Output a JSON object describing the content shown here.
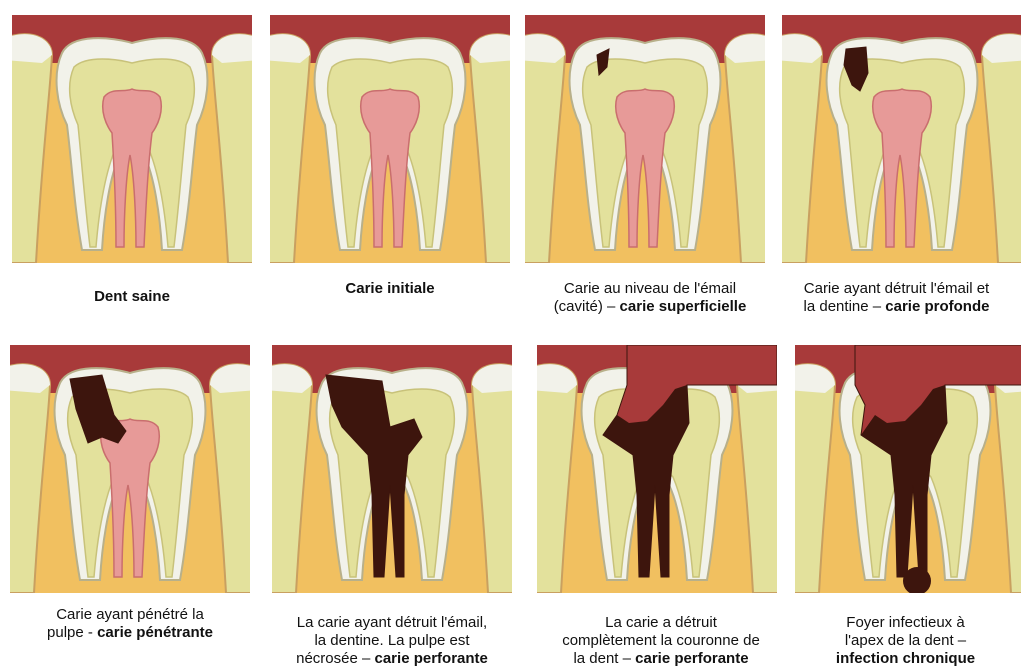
{
  "colors": {
    "gum": "#a83a3a",
    "enamel": "#f2f2ea",
    "dentin": "#e3e19c",
    "pulp": "#e79a98",
    "bone": "#f1c060",
    "decay": "#3d150d"
  },
  "panels": [
    {
      "icon": "healthy-tooth-icon",
      "stage": 0,
      "caption": {
        "line1": "",
        "line2_pre": "",
        "bold": "Dent saine",
        "line3_pre": "",
        "bold2": ""
      }
    },
    {
      "icon": "initial-caries-tooth-icon",
      "stage": 1,
      "caption": {
        "line1": "",
        "line2_pre": "",
        "bold": "Carie initiale",
        "line3_pre": "",
        "bold2": ""
      }
    },
    {
      "icon": "enamel-caries-tooth-icon",
      "stage": 2,
      "caption": {
        "line1": "Carie au niveau de l'émail",
        "line2_pre": "(cavité) – ",
        "bold": "carie superficielle",
        "line3_pre": "",
        "bold2": ""
      }
    },
    {
      "icon": "deep-caries-tooth-icon",
      "stage": 3,
      "caption": {
        "line1": "Carie ayant détruit l'émail et",
        "line2_pre": "la dentine – ",
        "bold": "carie profonde",
        "line3_pre": "",
        "bold2": ""
      }
    },
    {
      "icon": "penetrating-caries-tooth-icon",
      "stage": 4,
      "caption": {
        "line1": "Carie ayant pénétré la",
        "line2_pre": "pulpe - ",
        "bold": "carie pénétrante",
        "line3_pre": "",
        "bold2": ""
      }
    },
    {
      "icon": "perforating-caries-tooth-icon",
      "stage": 5,
      "caption": {
        "line1": "La carie ayant détruit l'émail,",
        "line2_pre": "la dentine. La pulpe est",
        "bold": "",
        "line3_pre": "nécrosée – ",
        "bold2": "carie perforante"
      }
    },
    {
      "icon": "destroyed-crown-tooth-icon",
      "stage": 6,
      "caption": {
        "line1": "La carie a détruit",
        "line2_pre": "complètement la couronne de",
        "bold": "",
        "line3_pre": "la dent – ",
        "bold2": "carie perforante"
      }
    },
    {
      "icon": "apical-infection-tooth-icon",
      "stage": 7,
      "caption": {
        "line1": "Foyer infectieux à",
        "line2_pre": "l'apex de la dent –",
        "bold": "",
        "line3_pre": "",
        "bold2": "infection chronique"
      }
    }
  ]
}
